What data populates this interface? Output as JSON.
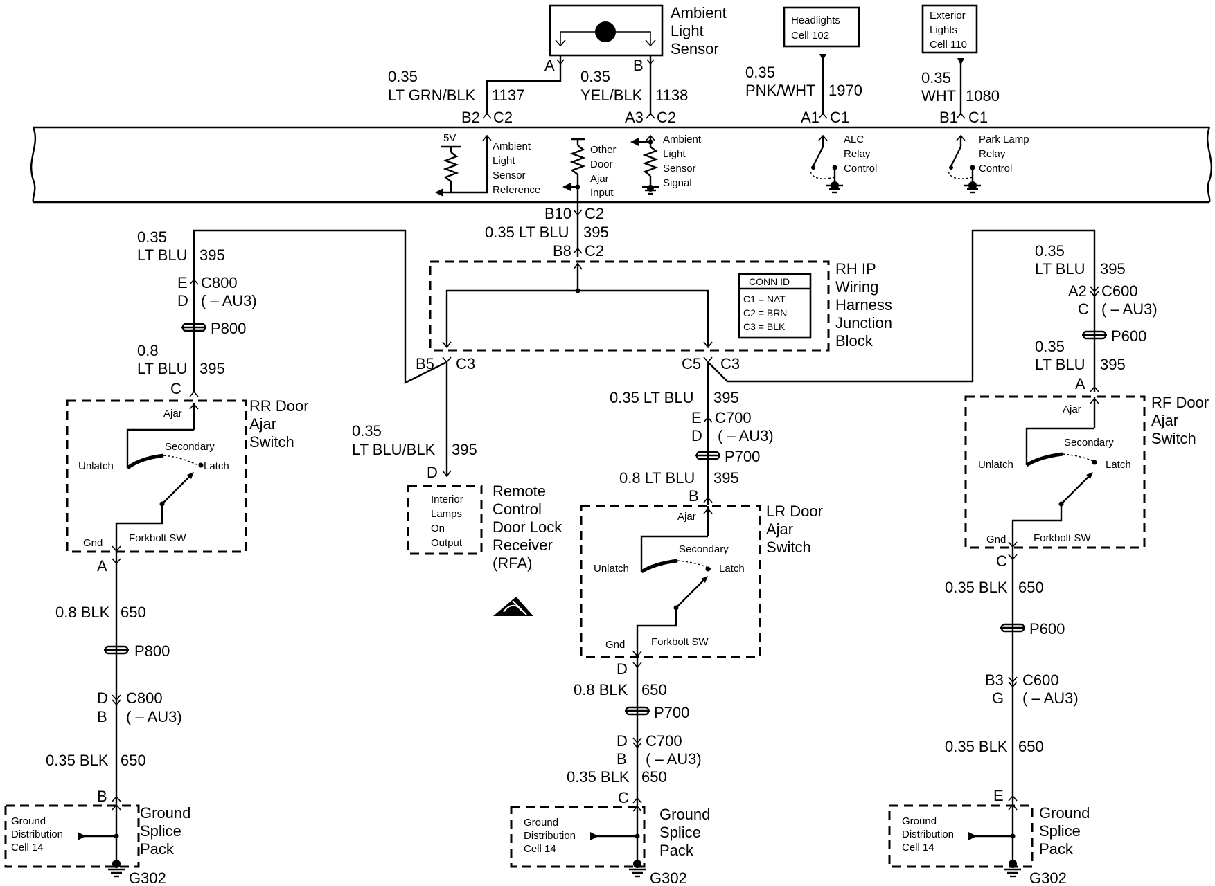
{
  "sensor": {
    "title": [
      "Ambient",
      "Light",
      "Sensor"
    ],
    "pin_a": "A",
    "pin_b": "B"
  },
  "headlights_box": [
    "Headlights",
    "Cell 102"
  ],
  "exterior_box": [
    "Exterior",
    "Lights",
    "Cell 110"
  ],
  "wire_1137": {
    "gauge": "0.35",
    "color": "LT GRN/BLK",
    "circuit": "1137",
    "pin": "B2",
    "conn": "C2"
  },
  "wire_1138": {
    "gauge": "0.35",
    "color": "YEL/BLK",
    "circuit": "1138",
    "pin": "A3",
    "conn": "C2"
  },
  "wire_1970": {
    "gauge": "0.35",
    "color": "PNK/WHT",
    "circuit": "1970",
    "pin": "A1",
    "conn": "C1"
  },
  "wire_1080": {
    "gauge": "0.35",
    "color": "WHT",
    "circuit": "1080",
    "pin": "B1",
    "conn": "C1"
  },
  "module": {
    "v5": "5V",
    "ref_label": [
      "Ambient",
      "Light",
      "Sensor",
      "Reference"
    ],
    "door_label": [
      "Other",
      "Door",
      "Ajar",
      "Input"
    ],
    "signal_label": [
      "Ambient",
      "Light",
      "Sensor",
      "Signal"
    ],
    "alc_label": [
      "ALC",
      "Relay",
      "Control"
    ],
    "park_label": [
      "Park Lamp",
      "Relay",
      "Control"
    ]
  },
  "module_out": {
    "pin_top": "B10",
    "conn_top": "C2",
    "wire": "0.35 LT BLU",
    "circuit": "395",
    "pin_bot": "B8",
    "conn_bot": "C2"
  },
  "junction": {
    "title": [
      "RH IP",
      "Wiring",
      "Harness",
      "Junction",
      "Block"
    ],
    "conn_id_title": "CONN ID",
    "conn_id": [
      "C1 = NAT",
      "C2 = BRN",
      "C3 = BLK"
    ],
    "b5": "B5",
    "c5": "C5",
    "c3": "C3"
  },
  "remote": {
    "wire_gauge": "0.35",
    "wire_color": "LT BLU/BLK",
    "circuit": "395",
    "pin": "D",
    "box": [
      "Interior",
      "Lamps",
      "On",
      "Output"
    ],
    "title": [
      "Remote",
      "Control",
      "Door Lock",
      "Receiver",
      "(RFA)"
    ]
  },
  "rr": {
    "wire_top_gauge": "0.35",
    "wire_top_color": "LT BLU",
    "circuit": "395",
    "c800_e": "E",
    "c800": "C800",
    "c800_d": "D",
    "au3": "( – AU3)",
    "p800": "P800",
    "wire_mid_gauge": "0.8",
    "wire_mid_color": "LT BLU",
    "pin_c": "C",
    "title": [
      "RR Door",
      "Ajar",
      "Switch"
    ],
    "ajar": "Ajar",
    "secondary": "Secondary",
    "unlatch": "Unlatch",
    "latch": "Latch",
    "gnd": "Gnd",
    "forkbolt": "Forkbolt SW",
    "pin_a": "A",
    "wire_blk": "0.8 BLK",
    "circuit_blk": "650",
    "p800_b": "P800",
    "c800b_d": "D",
    "c800b": "C800",
    "c800b_b": "B",
    "au3_b": "( – AU3)",
    "wire_blk2": "0.35 BLK",
    "circuit_blk2": "650",
    "pin_b": "B",
    "gsp_box": [
      "Ground",
      "Distribution",
      "Cell 14"
    ],
    "gsp_title": [
      "Ground",
      "Splice",
      "Pack"
    ],
    "ground": "G302"
  },
  "lr": {
    "wire_top": "0.35 LT BLU",
    "circuit": "395",
    "c700_e": "E",
    "c700": "C700",
    "c700_d": "D",
    "au3": "( – AU3)",
    "p700": "P700",
    "wire_mid": "0.8 LT BLU",
    "pin_b": "B",
    "title": [
      "LR Door",
      "Ajar",
      "Switch"
    ],
    "ajar": "Ajar",
    "secondary": "Secondary",
    "unlatch": "Unlatch",
    "latch": "Latch",
    "gnd": "Gnd",
    "forkbolt": "Forkbolt SW",
    "pin_d": "D",
    "wire_blk": "0.8 BLK",
    "circuit_blk": "650",
    "p700_b": "P700",
    "c700b_d": "D",
    "c700b": "C700",
    "c700b_b": "B",
    "au3_b": "( – AU3)",
    "wire_blk2": "0.35 BLK",
    "circuit_blk2": "650",
    "pin_c": "C",
    "gsp_box": [
      "Ground",
      "Distribution",
      "Cell 14"
    ],
    "gsp_title": [
      "Ground",
      "Splice",
      "Pack"
    ],
    "ground": "G302"
  },
  "rf": {
    "wire_top_gauge": "0.35",
    "wire_top_color": "LT BLU",
    "circuit": "395",
    "c600_a2": "A2",
    "c600": "C600",
    "c600_c": "C",
    "au3": "( – AU3)",
    "p600": "P600",
    "wire_mid_gauge": "0.35",
    "wire_mid_color": "LT BLU",
    "pin_a": "A",
    "title": [
      "RF Door",
      "Ajar",
      "Switch"
    ],
    "ajar": "Ajar",
    "secondary": "Secondary",
    "unlatch": "Unlatch",
    "latch": "Latch",
    "gnd": "Gnd",
    "forkbolt": "Forkbolt SW",
    "pin_c": "C",
    "wire_blk": "0.35 BLK",
    "circuit_blk": "650",
    "p600_b": "P600",
    "c600b_b3": "B3",
    "c600b": "C600",
    "c600b_g": "G",
    "au3_b": "( – AU3)",
    "wire_blk2": "0.35 BLK",
    "circuit_blk2": "650",
    "pin_e": "E",
    "gsp_box": [
      "Ground",
      "Distribution",
      "Cell 14"
    ],
    "gsp_title": [
      "Ground",
      "Splice",
      "Pack"
    ],
    "ground": "G302"
  }
}
